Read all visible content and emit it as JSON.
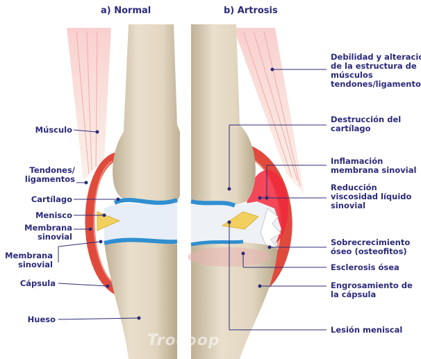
{
  "titles": {
    "normal": "a) Normal",
    "artrosis": "b) Artrosis"
  },
  "left_labels": {
    "musculo": "Músculo",
    "tendones_1": "Tendones/",
    "tendones_2": "ligamentos",
    "cartilago": "Cartílago",
    "menisco": "Menisco",
    "membrana1_1": "Membrana",
    "membrana1_2": "sinovial",
    "membrana2_1": "Membrana",
    "membrana2_2": "sinovial",
    "capsula": "Cápsula",
    "hueso": "Hueso"
  },
  "right_labels": {
    "debilidad_1": "Debilidad y alteración",
    "debilidad_2": "de la estructura de",
    "debilidad_3": "músculos",
    "debilidad_4": "tendones/ligamentos",
    "destruccion_1": "Destrucción del",
    "destruccion_2": "cartílago",
    "inflamacion_1": "Inflamación",
    "inflamacion_2": "membrana sinovial",
    "reduccion_1": "Reducción",
    "reduccion_2": "viscosidad líquido",
    "reduccion_3": "sinovial",
    "sobre_1": "Sobrecrecimiento",
    "sobre_2": "óseo (osteofitos)",
    "esclerosis": "Esclerosis ósea",
    "engros_1": "Engrosamiento de",
    "engros_2": "la cápsula",
    "lesion": "Lesión meniscal"
  },
  "watermark": "Trocoop",
  "colors": {
    "label_text": "#2b2a7a",
    "bone": "#e3d8c4",
    "bone_shade": "#cdbfa6",
    "cartilage": "#2f8fd0",
    "synovial_fluid": "#e8eef7",
    "capsule": "#e04a3c",
    "inflammation": "#f0283c",
    "meniscus": "#f2d060",
    "muscle": "#f4b7b7"
  }
}
